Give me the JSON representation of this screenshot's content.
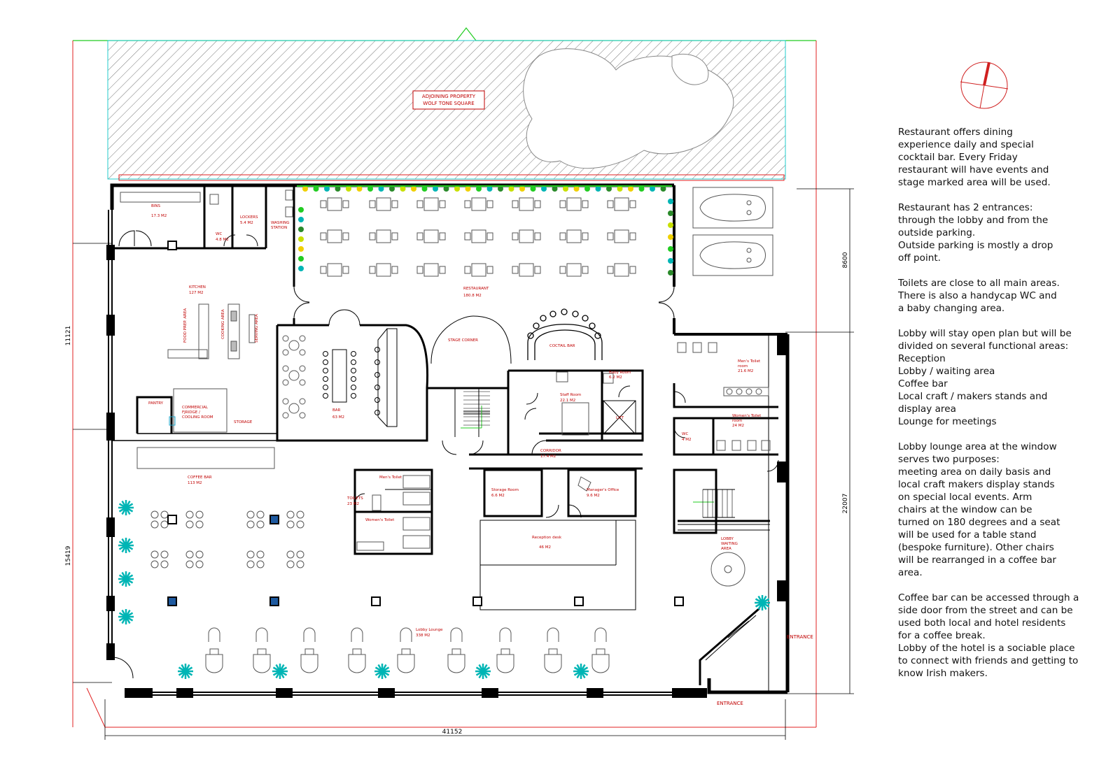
{
  "labels": {
    "adjoining": [
      "ADJOINING PROPERTY",
      "WOLF TONE SQUARE"
    ],
    "bins": [
      "BINS",
      "17.3 M2"
    ],
    "wc_staff": [
      "WC",
      "4.8 M2"
    ],
    "lockers": [
      "LOCKERS",
      "5.4 M2"
    ],
    "washing": [
      "WASHING",
      "STATION"
    ],
    "kitchen": [
      "KITCHEN",
      "127 M2"
    ],
    "food_prep": "FOOD PREP. AREA",
    "cooking": "COOKING AREA",
    "serving": "SERVING AREA",
    "pantry": "PANTRY",
    "fridge": [
      "COMMERCIAL",
      "FJRIDGE /",
      "COOLING ROOM"
    ],
    "storage": "STORAGE",
    "restaurant": [
      "RESTAURANT",
      "180.8 M2"
    ],
    "bar": [
      "BAR",
      "63 M2"
    ],
    "stage": "STAGE CORNER",
    "cocktail": "COCTAIL BAR",
    "staff_room": [
      "Staff Room",
      "22.1 M2"
    ],
    "baby_room": [
      "Baby Room",
      "6.2 M2"
    ],
    "lift": "LIFT",
    "mens_toilet": [
      "Men's Toilet",
      "room",
      "21.6 M2"
    ],
    "womens_toilet": [
      "Women's Toilet",
      "room",
      "24 M2"
    ],
    "wc_hc": [
      "WC",
      "4 M2"
    ],
    "corridor": [
      "CORRIDOR",
      "17.4 M2"
    ],
    "coffee_bar": [
      "COFFEE BAR",
      "113 M2"
    ],
    "toilets_small": [
      "TOILETS",
      "23 M2"
    ],
    "mens_small": "Men's Toilet",
    "womens_small": "Women's Toilet",
    "storage_room": [
      "Storage Room",
      "6.6 M2"
    ],
    "manager": [
      "Manager's Office",
      "9.6 M2"
    ],
    "reception": [
      "Reception desk",
      "46 M2"
    ],
    "lobby_waiting": [
      "LOBBY",
      "WAITING",
      "AREA"
    ],
    "lobby_lounge": [
      "Lobby Lounge",
      "338 M2"
    ],
    "entrance_side": "ENTRANCE",
    "entrance_bottom": "ENTRANCE"
  },
  "dimensions": {
    "left_top": "11121",
    "left_bottom": "15419",
    "right_top": "8600",
    "right_bottom": "22007",
    "bottom": "41152"
  },
  "notes": [
    "Restaurant offers dining\nexperience daily and special\ncocktail bar. Every Friday\nrestaurant will have events and\nstage marked area will be used.",
    "Restaurant has 2 entrances:\nthrough the lobby and from the\noutside parking.\nOutside parking is mostly a drop\noff point.",
    "Toilets are close to all main areas.\nThere is also a handycap WC and\na baby changing area.",
    "Lobby will stay open plan but will be\ndivided on several functional areas:\nReception\nLobby / waiting area\nCoffee bar\nLocal craft / makers stands and\ndisplay area\nLounge for meetings",
    "Lobby lounge area at the window\nserves two purposes:\nmeeting area on daily basis and\nlocal craft makers display stands\non special local events. Arm\nchairs at the window can be\nturned on 180 degrees and a seat\nwill be used for a table stand\n(bespoke furniture). Other chairs\nwill be rearranged in a coffee bar\narea.",
    "Coffee bar can be accessed through a\nside door from the street and can be\nused both local and hotel residents\nfor a coffee break.\nLobby of the hotel is a sociable place\nto connect with friends and getting to\nknow Irish makers."
  ],
  "colors": {
    "wall": "#000000",
    "label": "#c00000",
    "boundary": "#e02020",
    "green_line": "#22cc22",
    "plant": "#00b5b5",
    "column": "#1e5aa0"
  }
}
